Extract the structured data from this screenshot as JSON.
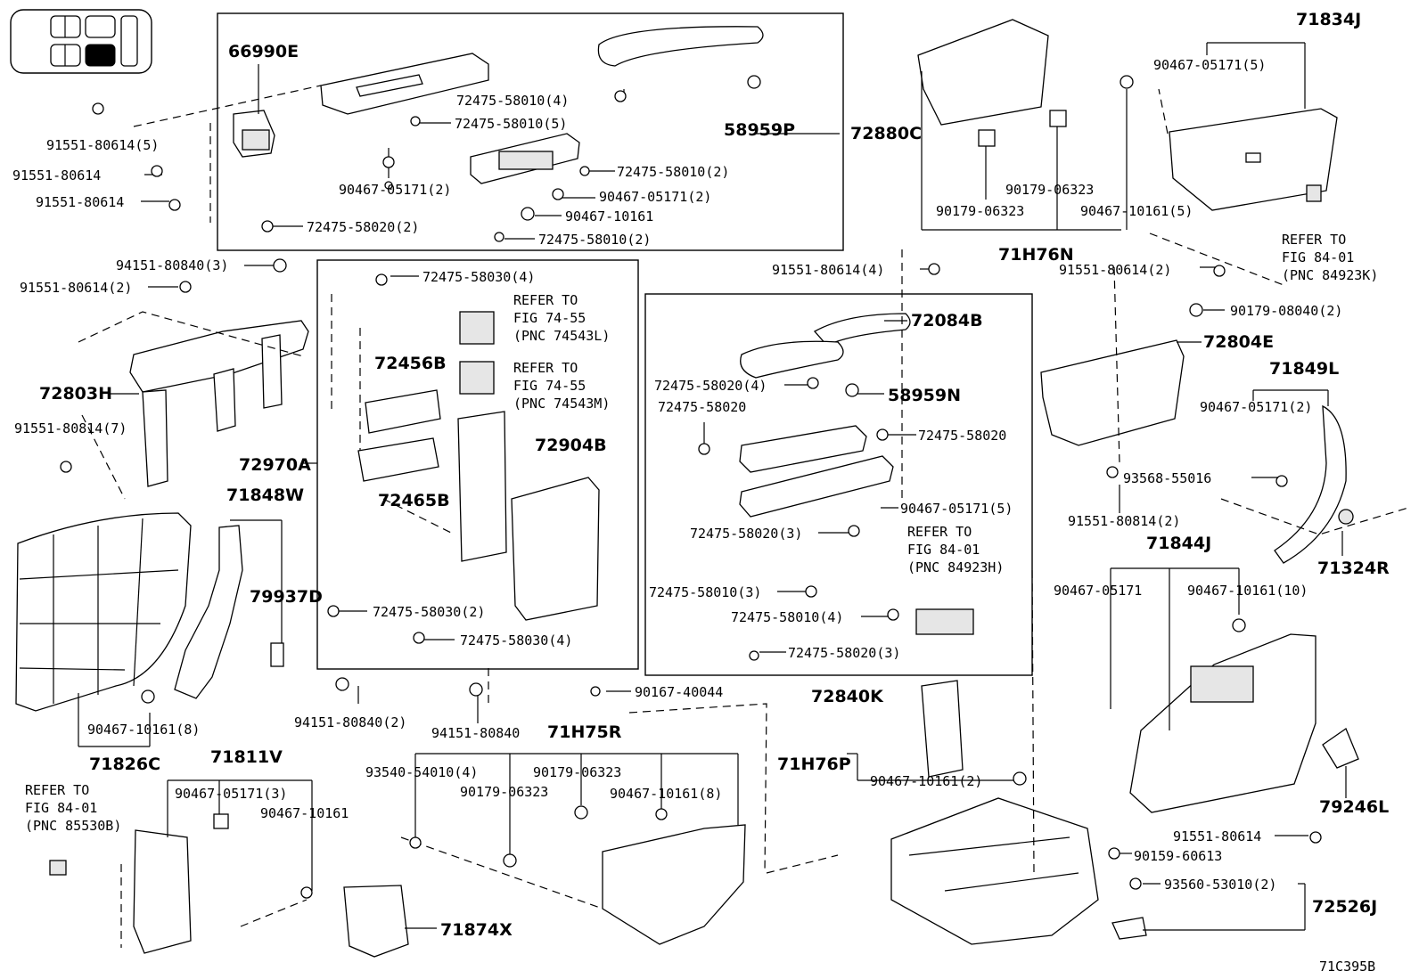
{
  "diagram_code": "71C395B",
  "labels": {
    "p66990E": "66990E",
    "p72880C": "72880C",
    "p58959P": "58959P",
    "p72475_58010_4": "72475-58010(4)",
    "p72475_58010_5": "72475-58010(5)",
    "p72475_58010_2a": "72475-58010(2)",
    "p72475_58010_2b": "72475-58010(2)",
    "p90467_05171_2a": "90467-05171(2)",
    "p90467_05171_2b": "90467-05171(2)",
    "p90467_10161_a": "90467-10161",
    "p72475_58020_2": "72475-58020(2)",
    "p91551_80614_5": "91551-80614(5)",
    "p91551_80614_a": "91551-80614",
    "p91551_80614_b": "91551-80614",
    "p94151_80840_3": "94151-80840(3)",
    "p91551_80614_2a": "91551-80614(2)",
    "p72803H": "72803H",
    "p91551_80814_7": "91551-80814(7)",
    "p72475_58030_4a": "72475-58030(4)",
    "p72456B": "72456B",
    "p72465B": "72465B",
    "p72904B": "72904B",
    "p72970A": "72970A",
    "p72475_58030_2": "72475-58030(2)",
    "p72475_58030_4b": "72475-58030(4)",
    "p94151_80840_2": "94151-80840(2)",
    "p94151_80840": "94151-80840",
    "p71848W": "71848W",
    "p79937D": "79937D",
    "p90467_10161_8a": "90467-10161(8)",
    "p71826C": "71826C",
    "p71811V": "71811V",
    "p90467_05171_3": "90467-05171(3)",
    "p90467_10161_b": "90467-10161",
    "p71874X": "71874X",
    "p71H75R": "71H75R",
    "p90167_40044": "90167-40044",
    "p93540_54010_4": "93540-54010(4)",
    "p90179_06323_a": "90179-06323",
    "p90179_06323_b": "90179-06323",
    "p90467_10161_8b": "90467-10161(8)",
    "p91551_80614_4": "91551-80614(4)",
    "p72084B": "72084B",
    "p72475_58020_4": "72475-58020(4)",
    "p58959N": "58959N",
    "p72475_58020_a": "72475-58020",
    "p72475_58020_b": "72475-58020",
    "p90467_05171_5a": "90467-05171(5)",
    "p72475_58020_3a": "72475-58020(3)",
    "p72475_58010_3": "72475-58010(3)",
    "p72475_58010_4b": "72475-58010(4)",
    "p72475_58020_3b": "72475-58020(3)",
    "p72840K": "72840K",
    "p71H76P": "71H76P",
    "p90467_10161_2": "90467-10161(2)",
    "p71H76N": "71H76N",
    "p90179_06323_c": "90179-06323",
    "p90179_06323_d": "90179-06323",
    "p90467_10161_5": "90467-10161(5)",
    "p71834J": "71834J",
    "p90467_05171_5b": "90467-05171(5)",
    "p91551_80614_2b": "91551-80614(2)",
    "p90179_08040_2": "90179-08040(2)",
    "p72804E": "72804E",
    "p71849L": "71849L",
    "p90467_05171_2c": "90467-05171(2)",
    "p93568_55016": "93568-55016",
    "p91551_80814_2": "91551-80814(2)",
    "p71324R": "71324R",
    "p71844J": "71844J",
    "p90467_05171_c": "90467-05171",
    "p90467_10161_10": "90467-10161(10)",
    "p79246L": "79246L",
    "p91551_80614_c": "91551-80614",
    "p90159_60613": "90159-60613",
    "p93560_53010_2": "93560-53010(2)",
    "p72526J": "72526J"
  },
  "refs": {
    "ref1": [
      "REFER TO",
      "FIG 74-55",
      "(PNC 74543L)"
    ],
    "ref2": [
      "REFER TO",
      "FIG 74-55",
      "(PNC 74543M)"
    ],
    "ref3": [
      "REFER TO",
      "FIG 84-01",
      "(PNC 84923H)"
    ],
    "ref4": [
      "REFER TO",
      "FIG 84-01",
      "(PNC 84923K)"
    ],
    "ref5": [
      "REFER TO",
      "FIG 84-01",
      "(PNC 85530B)"
    ]
  }
}
